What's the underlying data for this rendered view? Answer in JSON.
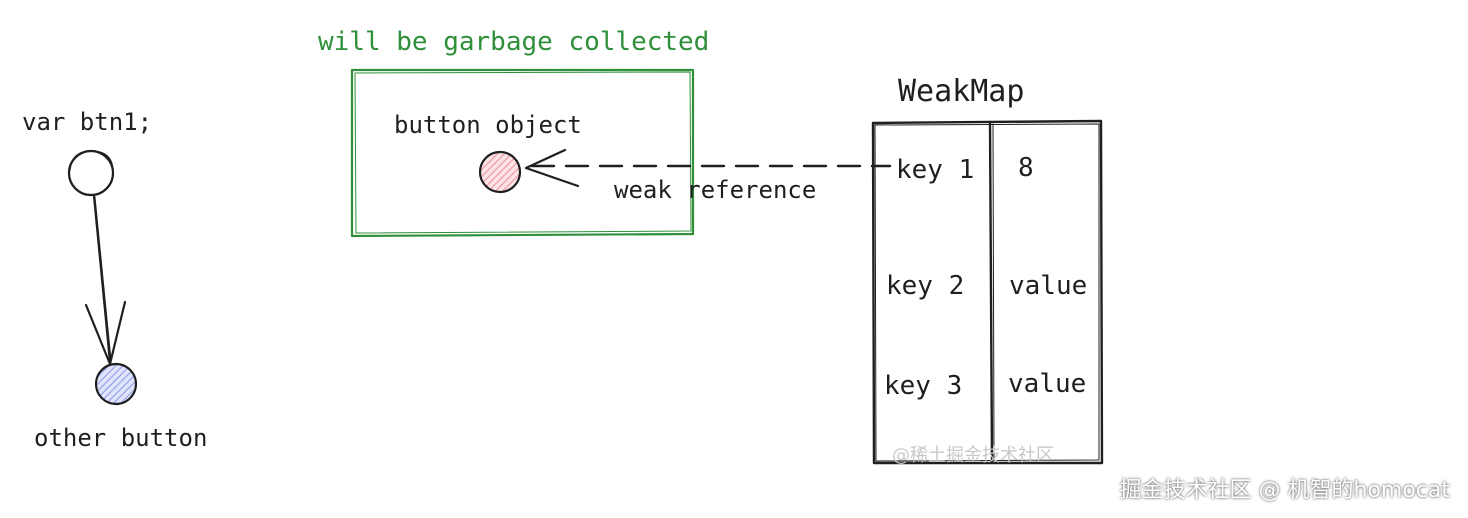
{
  "left": {
    "var_label": "var btn1;",
    "other_label": "other button"
  },
  "gc_box": {
    "title": "will be garbage collected",
    "object_label": "button object"
  },
  "reference": {
    "label": "weak reference"
  },
  "weakmap": {
    "title": "WeakMap",
    "rows": [
      {
        "key": "key 1",
        "value": "8"
      },
      {
        "key": "key 2",
        "value": "value"
      },
      {
        "key": "key 3",
        "value": "value"
      }
    ],
    "faint_watermark": "@稀土掘金技术社区"
  },
  "watermark": "掘金技术社区 @ 机智的homocat",
  "colors": {
    "ink": "#1f1f1f",
    "gc_green": "#2f8f3a",
    "button_object_fill": "#f4b4b8",
    "other_button_fill": "#a9b4ee"
  }
}
